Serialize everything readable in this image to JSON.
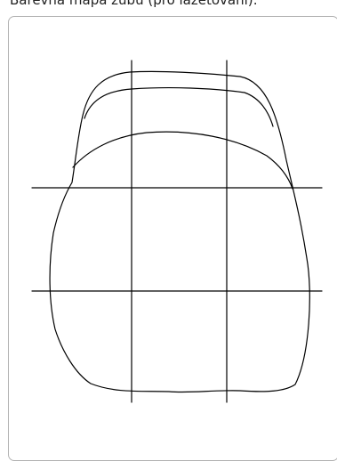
{
  "caption": "Barevná mapa zubu (pro lazetování):",
  "diagram": {
    "stroke_color": "#000000",
    "panel_border_color": "#b3b3b3",
    "grid": {
      "horizontal_lines": 2,
      "vertical_lines": 2
    }
  }
}
